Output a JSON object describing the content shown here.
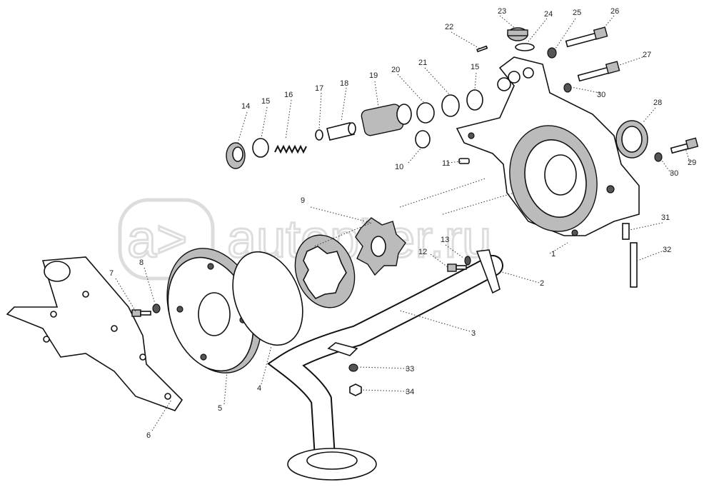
{
  "diagram": {
    "watermark": "autopiter.ru",
    "callouts": [
      "23",
      "24",
      "25",
      "26",
      "22",
      "27",
      "21",
      "20",
      "19",
      "15",
      "18",
      "17",
      "16",
      "15",
      "14",
      "30",
      "28",
      "10",
      "11",
      "29",
      "30",
      "9",
      "31",
      "13",
      "12",
      "32",
      "1",
      "7",
      "8",
      "2",
      "3",
      "33",
      "34",
      "4",
      "5",
      "6"
    ]
  }
}
